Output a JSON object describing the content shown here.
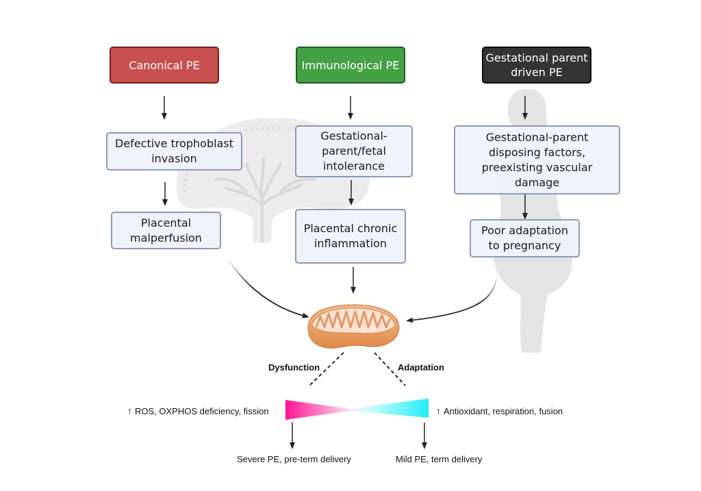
{
  "headers": {
    "canonical": {
      "label": "Canonical PE",
      "color": "#c95050"
    },
    "immunological": {
      "label": "Immunological PE",
      "color": "#44a044"
    },
    "gestational": {
      "label": "Gestational parent driven PE",
      "color": "#343434"
    }
  },
  "boxes": {
    "defective_trophoblast": "Defective trophoblast invasion",
    "placental_malperfusion": "Placental malperfusion",
    "intolerance": "Gestational-parent/fetal intolerance",
    "chronic_inflammation": "Placental chronic inflammation",
    "disposing_factors": "Gestational-parent disposing factors, preexisting vascular damage",
    "poor_adaptation": "Poor adaptation to pregnancy"
  },
  "mitochondria": {
    "dysfunction_label": "Dysfunction",
    "adaptation_label": "Adaptation"
  },
  "balance": {
    "left_text": "ROS, OXPHOS deficiency, fission",
    "right_text": "Antioxidant, respiration, fusion",
    "left_color": "#ff1493",
    "right_color": "#22eef5",
    "left_outcome": "Severe PE, pre-term delivery",
    "right_outcome": "Mild PE, term delivery"
  },
  "icons": {
    "up_arrow": "↑"
  }
}
